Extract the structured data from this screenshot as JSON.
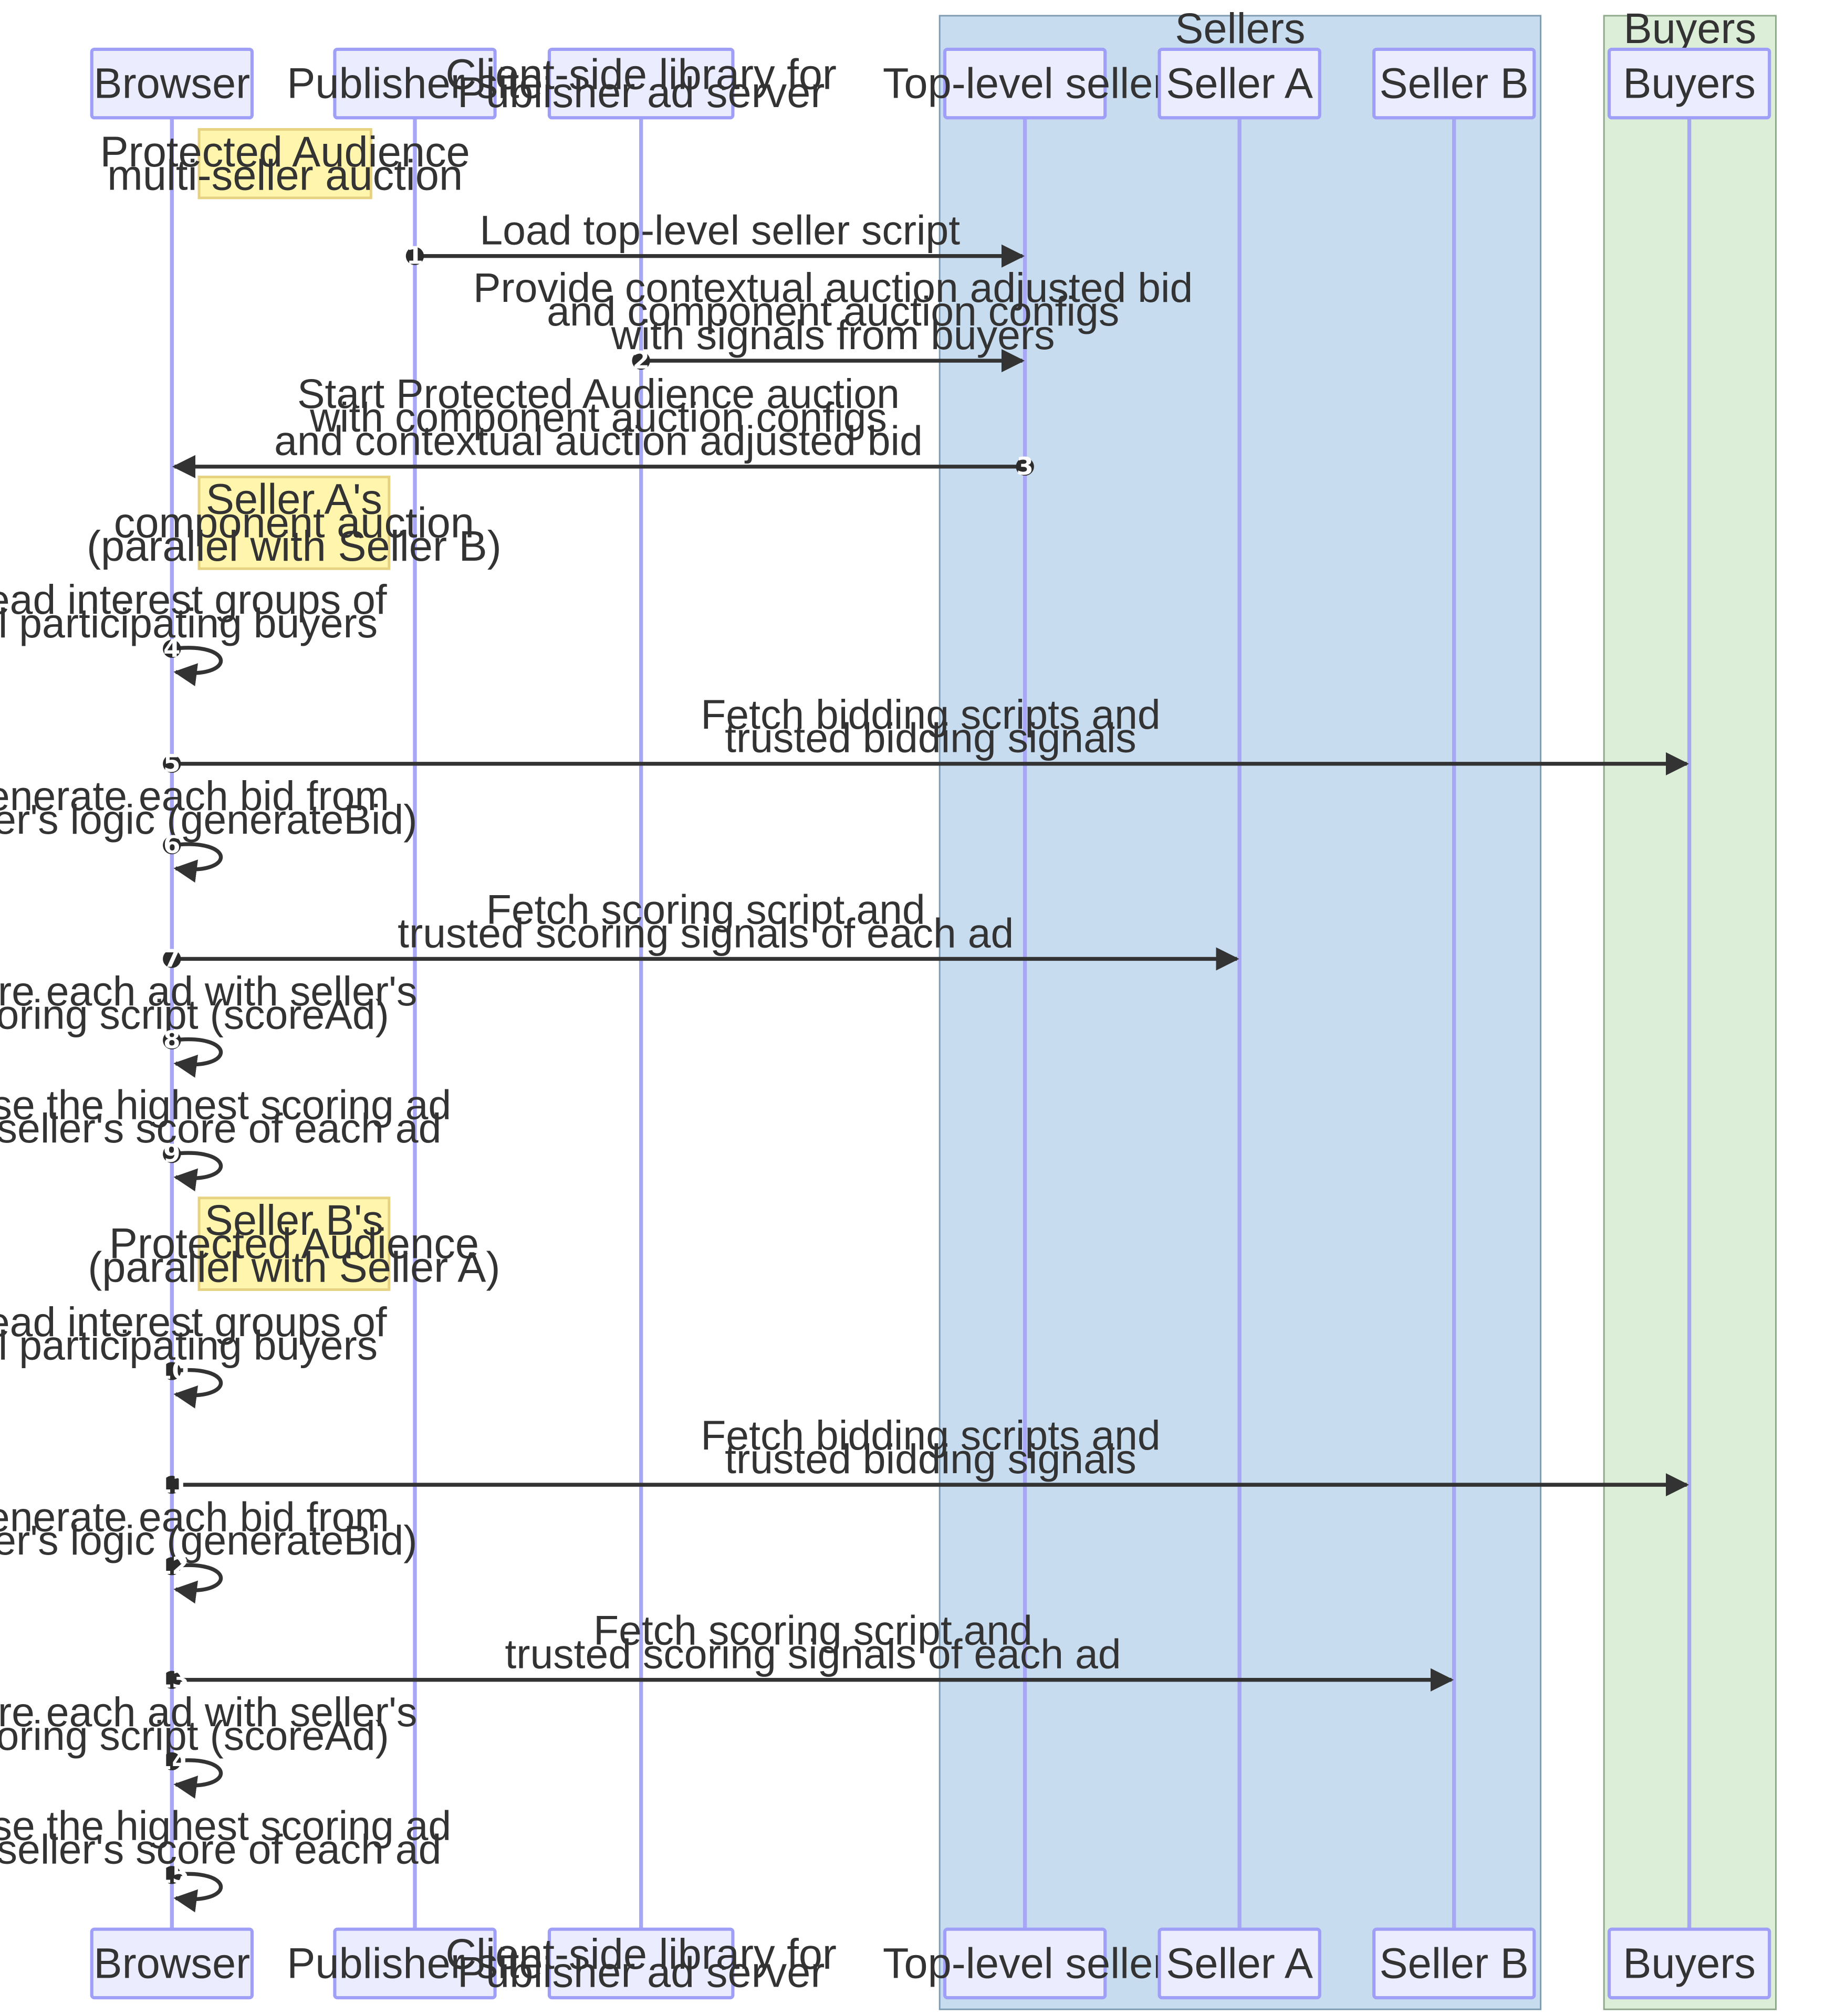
{
  "groups": [
    {
      "id": "sellers",
      "label": "Sellers",
      "fill": "#c8dcf0",
      "stroke": "#7f9bb0"
    },
    {
      "id": "buyers",
      "label": "Buyers",
      "fill": "#dcedd8",
      "stroke": "#8fa88b"
    }
  ],
  "participants": [
    {
      "id": "browser",
      "label": [
        "Browser"
      ]
    },
    {
      "id": "publisher",
      "label": [
        "Publisher site"
      ]
    },
    {
      "id": "client",
      "label": [
        "Client-side library for",
        "Publisher ad server"
      ]
    },
    {
      "id": "top",
      "label": [
        "Top-level seller"
      ]
    },
    {
      "id": "sellerA",
      "label": [
        "Seller A"
      ]
    },
    {
      "id": "sellerB",
      "label": [
        "Seller B"
      ]
    },
    {
      "id": "buyers",
      "label": [
        "Buyers"
      ]
    }
  ],
  "notes": [
    {
      "id": "note1",
      "lines": [
        "Protected Audience",
        "multi-seller auction"
      ]
    },
    {
      "id": "note2",
      "lines": [
        "Seller A's",
        "component auction",
        "(parallel with Seller B)"
      ]
    },
    {
      "id": "note3",
      "lines": [
        "Seller B's",
        "Protected Audience",
        "(parallel with Seller A)"
      ]
    }
  ],
  "messages": [
    {
      "n": "1",
      "from": "publisher",
      "to": "top",
      "lines": [
        "Load top-level seller script"
      ]
    },
    {
      "n": "2",
      "from": "client",
      "to": "top",
      "lines": [
        "Provide contextual auction adjusted bid",
        "and component auction configs",
        "with signals from buyers"
      ]
    },
    {
      "n": "3",
      "from": "top",
      "to": "browser",
      "lines": [
        "Start Protected Audience auction",
        "with component auction configs",
        "and contextual auction adjusted bid"
      ]
    },
    {
      "n": "4",
      "from": "browser",
      "to": "browser",
      "lines": [
        "Read interest groups of",
        "all participating buyers"
      ]
    },
    {
      "n": "5",
      "from": "browser",
      "to": "buyers",
      "lines": [
        "Fetch bidding scripts and",
        "trusted bidding signals"
      ]
    },
    {
      "n": "6",
      "from": "browser",
      "to": "browser",
      "lines": [
        "Generate each bid from",
        "buyer's logic (generateBid)"
      ]
    },
    {
      "n": "7",
      "from": "browser",
      "to": "sellerA",
      "lines": [
        "Fetch scoring script and",
        "trusted scoring signals of each ad"
      ]
    },
    {
      "n": "8",
      "from": "browser",
      "to": "browser",
      "lines": [
        "Score each ad with seller's",
        "scoring script (scoreAd)"
      ]
    },
    {
      "n": "9",
      "from": "browser",
      "to": "browser",
      "lines": [
        "Choose the highest scoring ad",
        "from seller's score of each ad"
      ]
    },
    {
      "n": "10",
      "from": "browser",
      "to": "browser",
      "lines": [
        "Read interest groups of",
        "all participating buyers"
      ]
    },
    {
      "n": "11",
      "from": "browser",
      "to": "buyers",
      "lines": [
        "Fetch bidding scripts and",
        "trusted bidding signals"
      ]
    },
    {
      "n": "12",
      "from": "browser",
      "to": "browser",
      "lines": [
        "Generate each bid from",
        "buyer's logic (generateBid)"
      ]
    },
    {
      "n": "13",
      "from": "browser",
      "to": "sellerB",
      "lines": [
        "Fetch scoring script and",
        "trusted scoring signals of each ad"
      ]
    },
    {
      "n": "14",
      "from": "browser",
      "to": "browser",
      "lines": [
        "Score each ad with seller's",
        "scoring script (scoreAd)"
      ]
    },
    {
      "n": "15",
      "from": "browser",
      "to": "browser",
      "lines": [
        "Choose the highest scoring ad",
        "from seller's score of each ad"
      ]
    }
  ]
}
